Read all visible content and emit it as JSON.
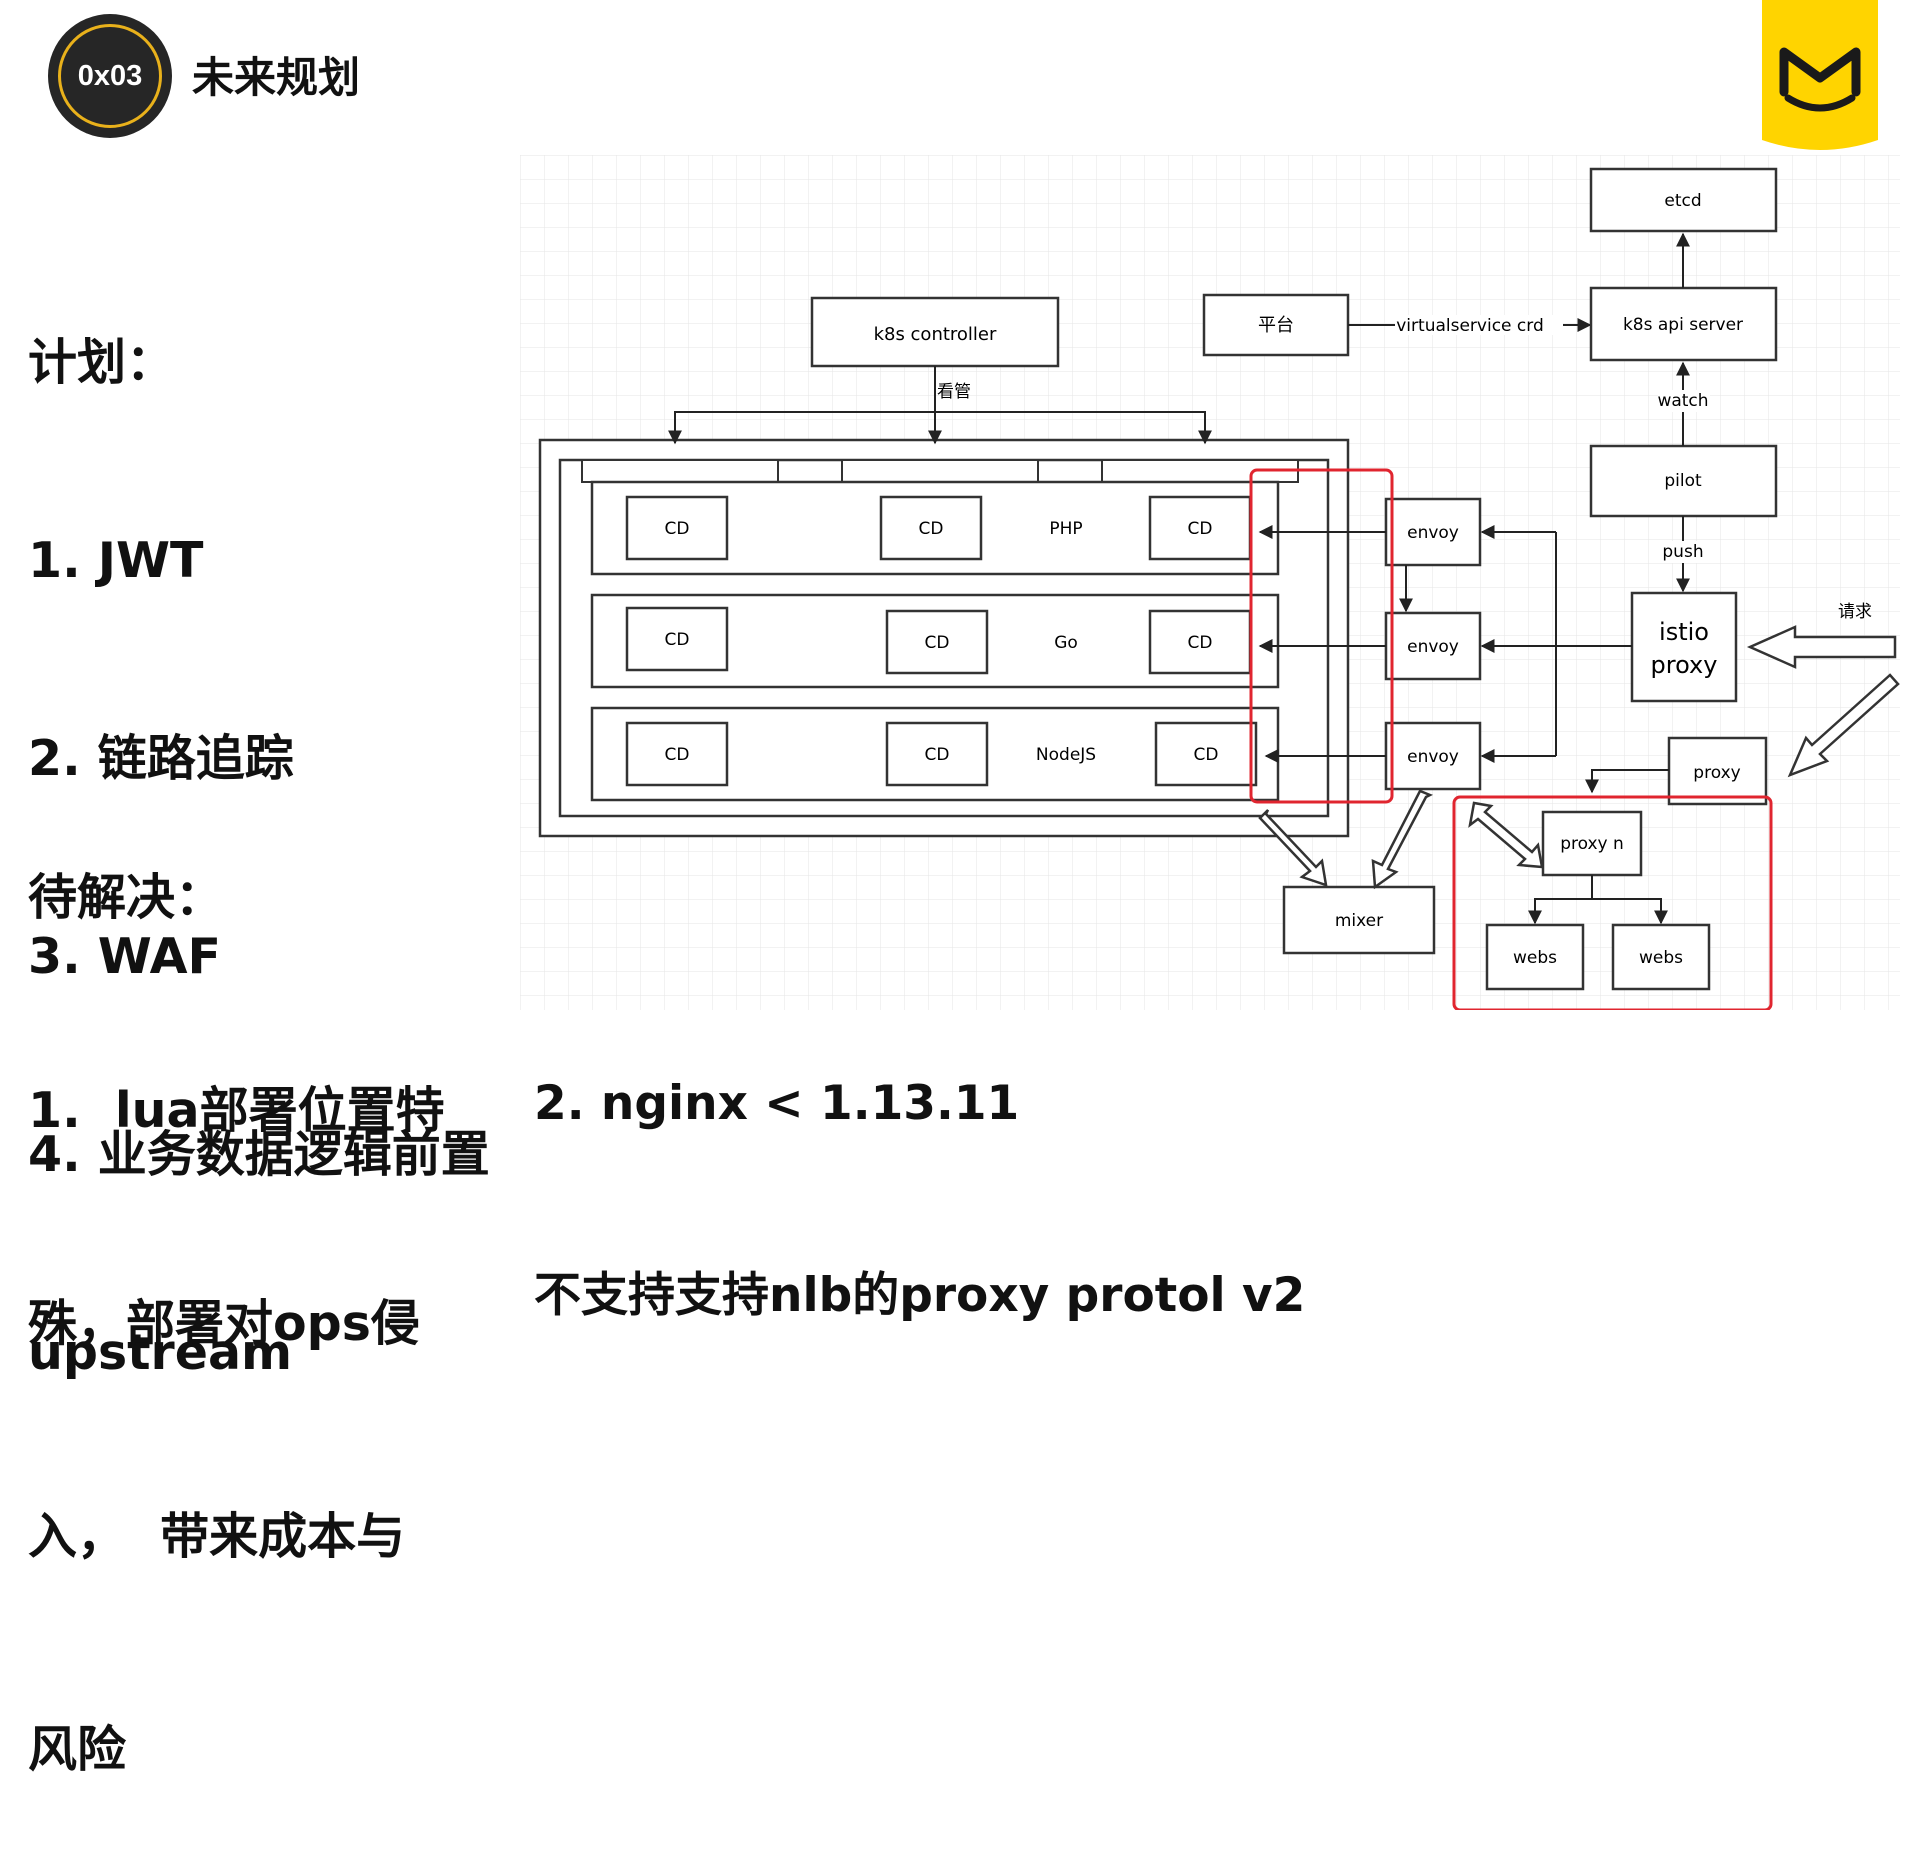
{
  "header": {
    "badge": "0x03",
    "title": "未来规划"
  },
  "left": {
    "plan_lines": [
      "计划：",
      "1. JWT",
      "2. 链路追踪",
      "3. WAF",
      "4. 业务数据逻辑前置",
      "upstream"
    ],
    "issue_lines": [
      "待解决：",
      "1.  lua部署位置特",
      "殊，部署对ops侵",
      "入，  带来成本与",
      "风险"
    ]
  },
  "note": {
    "lines": [
      "2. nginx < 1.13.11",
      "不支持支持nlb的proxy protol v2"
    ]
  },
  "diagram": {
    "k8s_controller": "k8s controller",
    "guard_label": "看管",
    "platform": "平台",
    "virtualservice_label": "virtualservice crd",
    "etcd": "etcd",
    "k8s_api_server": "k8s api server",
    "watch_label": "watch",
    "pilot": "pilot",
    "push_label": "push",
    "istio_proxy": [
      "istio",
      "proxy"
    ],
    "request_label": "请求",
    "proxy": "proxy",
    "proxy_n": "proxy n",
    "webs": "webs",
    "mixer": "mixer",
    "envoy": "envoy",
    "cd": "CD",
    "rows": [
      "PHP",
      "Go",
      "NodeJS"
    ]
  },
  "colors": {
    "highlight": "#e0252f",
    "badge_ring": "#e9b11b",
    "logo": "#ffd400"
  }
}
